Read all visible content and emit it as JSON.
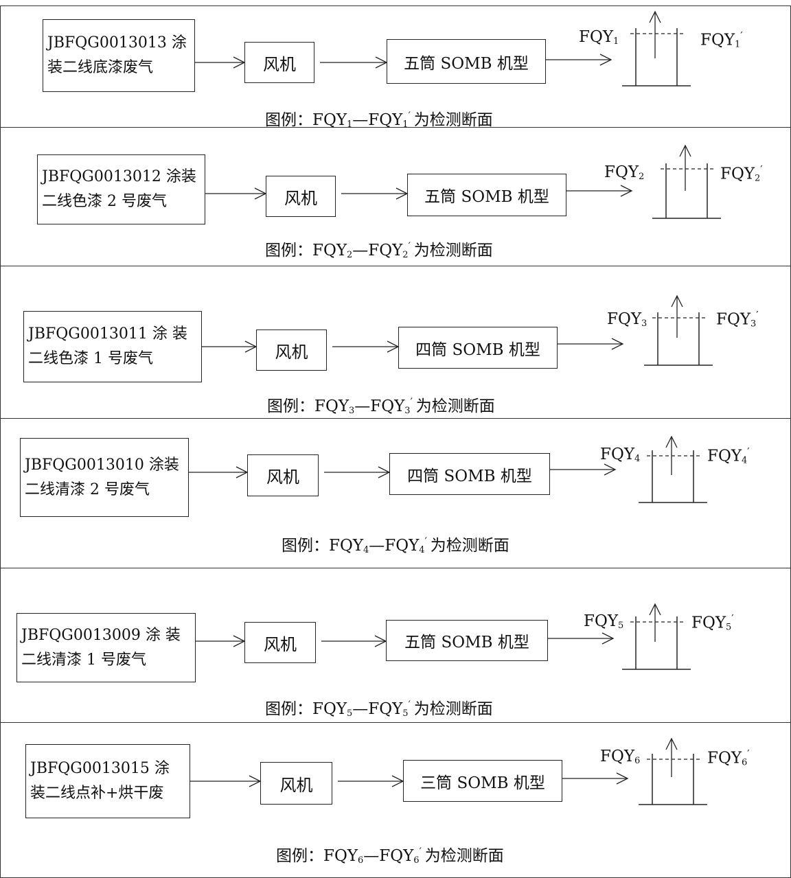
{
  "rows": [
    {
      "source_line1": "JBFQG0013013 涂",
      "source_line2": "装二线底漆废气",
      "fan": "风机",
      "device": "五筒 SOMB 机型",
      "section": "1",
      "caption_prefix": "图例：FQY",
      "caption_mid": "—FQY",
      "caption_suffix": "为检测断面"
    },
    {
      "source_line1": "JBFQG0013012 涂装",
      "source_line2": "二线色漆 2 号废气",
      "fan": "风机",
      "device": "五筒 SOMB 机型",
      "section": "2",
      "caption_prefix": "图例：FQY",
      "caption_mid": "—FQY",
      "caption_suffix": "为检测断面"
    },
    {
      "source_line1": "JBFQG0013011  涂 装",
      "source_line2": "二线色漆 1 号废气",
      "fan": "风机",
      "device": "四筒 SOMB 机型",
      "section": "3",
      "caption_prefix": "图例：FQY",
      "caption_mid": "—FQY",
      "caption_suffix": "为检测断面"
    },
    {
      "source_line1": "JBFQG0013010 涂装",
      "source_line2": "二线清漆 2 号废气",
      "fan": "风机",
      "device": "四筒 SOMB 机型",
      "section": "4",
      "caption_prefix": "图例：FQY",
      "caption_mid": "—FQY",
      "caption_suffix": "为检测断面"
    },
    {
      "source_line1": "JBFQG0013009  涂 装",
      "source_line2": "二线清漆 1 号废气",
      "fan": "风机",
      "device": "五筒 SOMB 机型",
      "section": "5",
      "caption_prefix": "图例：FQY",
      "caption_mid": "—FQY",
      "caption_suffix": "为检测断面"
    },
    {
      "source_line1": "JBFQG0013015    涂",
      "source_line2": "装二线点补+烘干废",
      "fan": "风机",
      "device": "三筒 SOMB 机型",
      "section": "6",
      "caption_prefix": "图例：FQY",
      "caption_mid": "—FQY",
      "caption_suffix": "为检测断面"
    }
  ],
  "label_prefix": "FQY",
  "prime_mark": "′"
}
